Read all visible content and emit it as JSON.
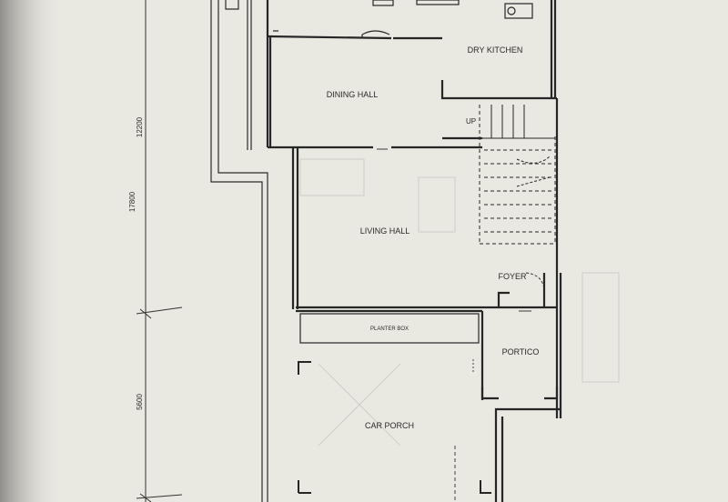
{
  "rooms": {
    "dry_kitchen": "DRY KITCHEN",
    "dining_hall": "DINING HALL",
    "living_hall": "LIVING HALL",
    "foyer": "FOYER",
    "planter_box": "PLANTER BOX",
    "portico": "PORTICO",
    "car_porch": "CAR PORCH"
  },
  "annotations": {
    "stair_up": "UP"
  },
  "dimensions": {
    "upper_span": "12200",
    "overall": "17800",
    "lower_span": "5600"
  },
  "colors": {
    "paper": "#e9e8e1",
    "line": "#2b2b2b",
    "margin_shadow": "#b9b8b2"
  }
}
